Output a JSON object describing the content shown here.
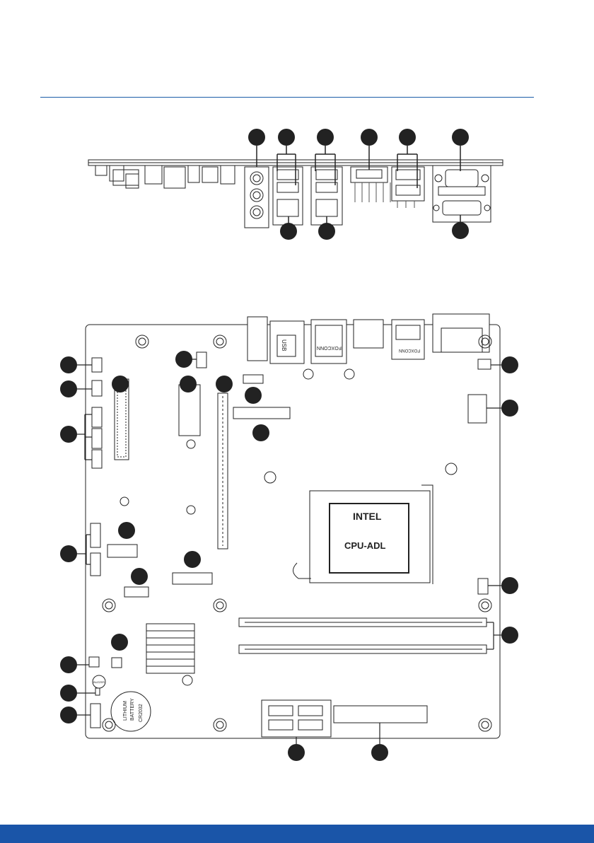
{
  "colors": {
    "accent": "#1b5ca8",
    "footer": "#1a55a8",
    "callout": "#222222",
    "line": "#222222"
  },
  "board_labels": {
    "cpu_brand": "INTEL",
    "cpu_model": "CPU-ADL",
    "battery_line1": "LITHIUM",
    "battery_line2": "BATTERY",
    "battery_model": "CR2032",
    "buzzer": "BUZZER",
    "rj45_vendor_1": "FOXCONN",
    "rj45_vendor_2": "FOXCONN"
  },
  "icons": [
    "callout-marker",
    "connector-bracket"
  ]
}
